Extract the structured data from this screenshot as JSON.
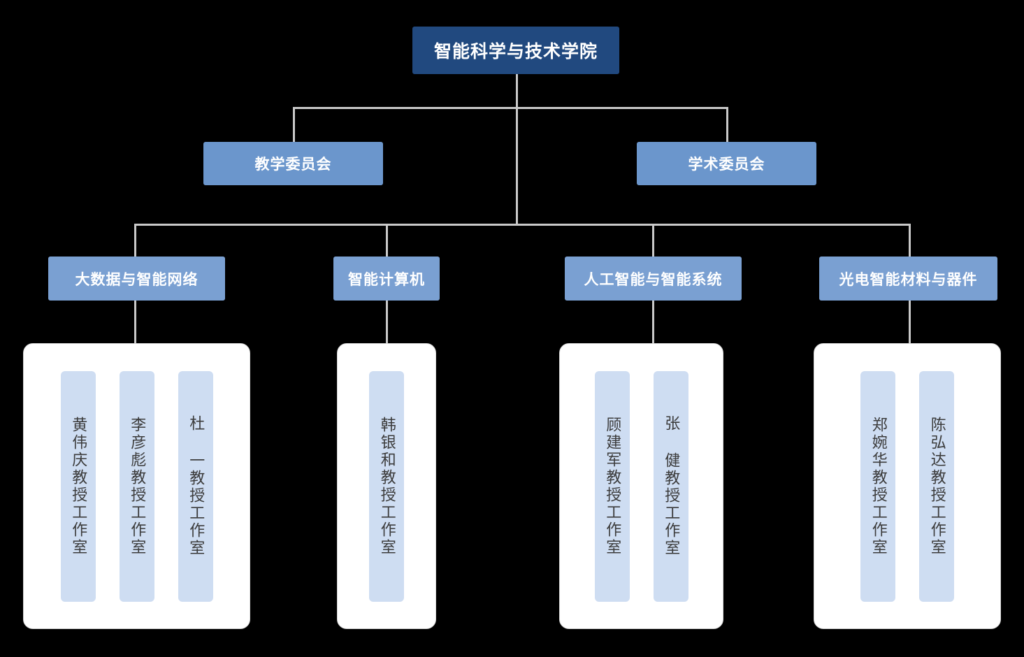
{
  "colors": {
    "background": "#000000",
    "root_box": "#21497F",
    "committee_box": "#6B96CC",
    "department_box": "#7AA0D2",
    "lab_card": "#CEDDF2",
    "lab_group_panel": "#FFFFFF",
    "connector_line": "#C9C9C9",
    "node_text": "#FFFFFF",
    "lab_text": "#3C3C3C"
  },
  "root": {
    "label": "智能科学与技术学院"
  },
  "committees": [
    {
      "label": "教学委员会"
    },
    {
      "label": "学术委员会"
    }
  ],
  "departments": [
    {
      "label": "大数据与智能网络",
      "labs": [
        {
          "label": "黄伟庆教授工作室"
        },
        {
          "label": "李彦彪教授工作室"
        },
        {
          "label": "杜 一教授工作室"
        }
      ]
    },
    {
      "label": "智能计算机",
      "labs": [
        {
          "label": "韩银和教授工作室"
        }
      ]
    },
    {
      "label": "人工智能与智能系统",
      "labs": [
        {
          "label": "顾建军教授工作室"
        },
        {
          "label": "张 健教授工作室"
        }
      ]
    },
    {
      "label": "光电智能材料与器件",
      "labs": [
        {
          "label": "郑婉华教授工作室"
        },
        {
          "label": "陈弘达教授工作室"
        }
      ]
    }
  ]
}
